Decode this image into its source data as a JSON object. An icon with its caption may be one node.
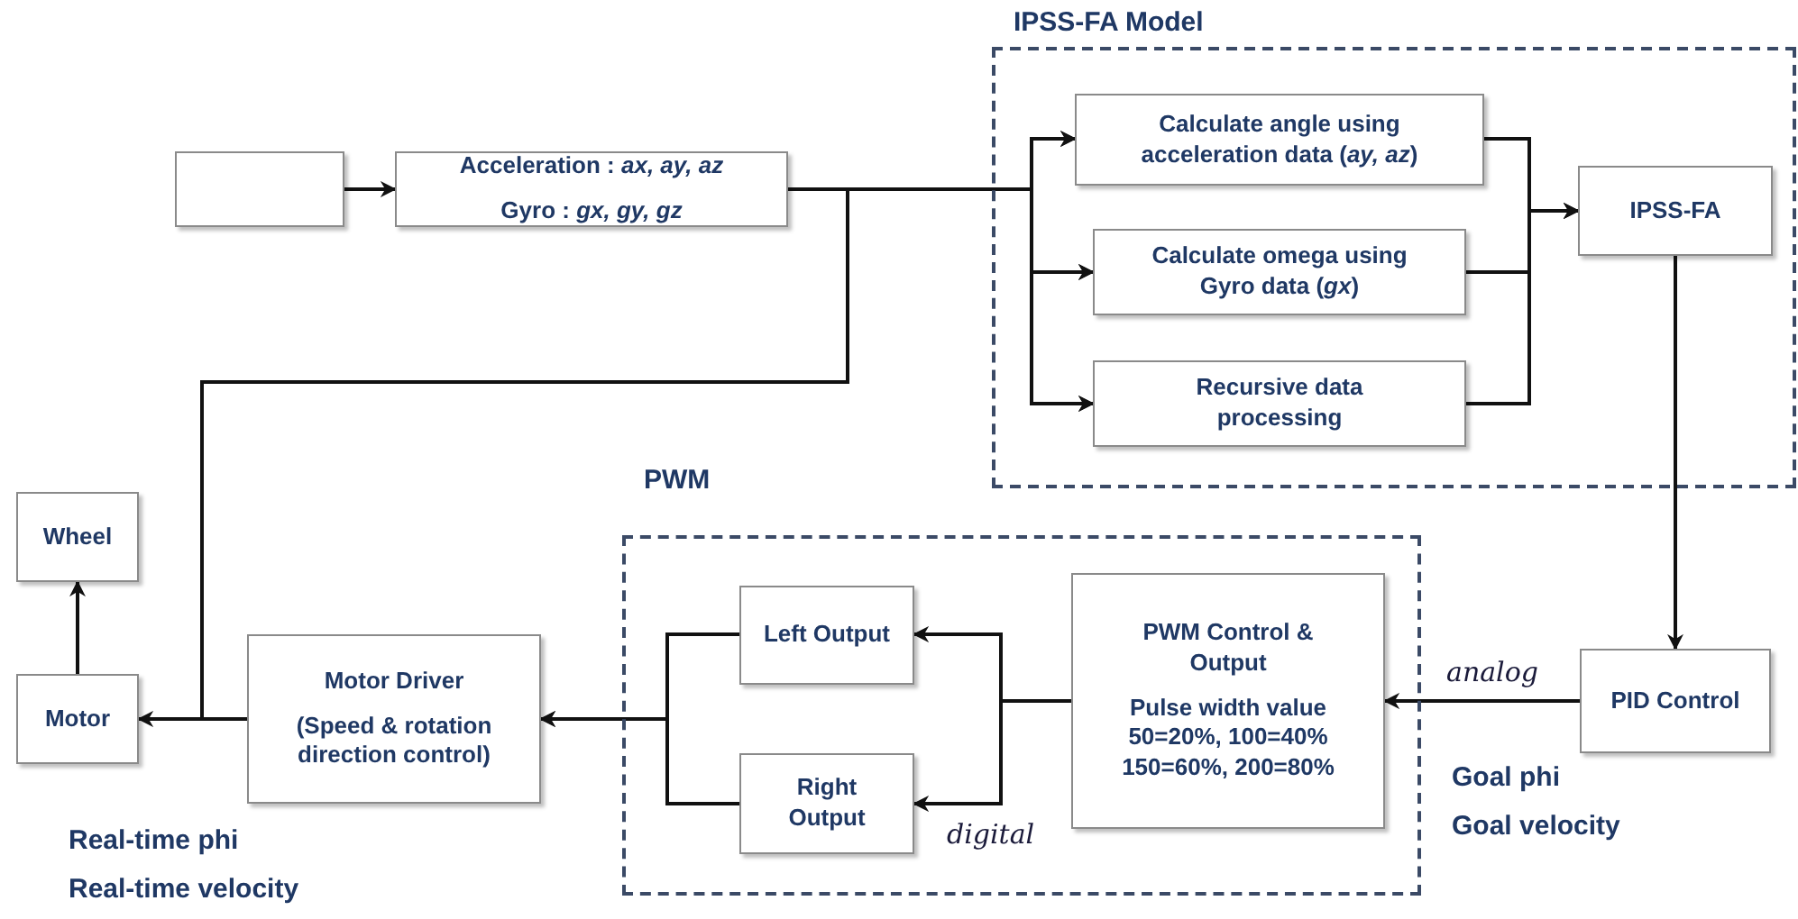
{
  "diagram": {
    "nodes": [
      {
        "text": [],
        "shape": "box"
      },
      {
        "text": [
          "Acceleration : *ax, ay, az*",
          "Gyro : *gx, gy, gz*"
        ]
      },
      {
        "text": [
          "IPSS-FA Model"
        ]
      },
      {
        "text": [
          "Calculate angle using acceleration data (*ay, az*)"
        ],
        "in": 2
      },
      {
        "text": [
          "Calculate omega using Gyro data (*gx*)"
        ],
        "in": 2
      },
      {
        "text": [
          "Recursive data processing"
        ],
        "in": 2
      },
      {
        "text": [
          "IPSS-FA"
        ],
        "in": 2
      },
      {
        "text": [
          "PID Control"
        ],
        "beside": [
          "Goal phi",
          "Goal velocity"
        ]
      },
      {
        "text": [
          "PWM"
        ]
      },
      {
        "text": [
          "PWM Control & Output",
          "Pulse width value 50=20%, 100=40% 150=60%, 200=80%"
        ],
        "in": 8
      },
      {
        "text": [
          "Left Output"
        ],
        "in": 8
      },
      {
        "text": [
          "Right Output"
        ],
        "in": 8
      },
      {
        "text": [
          "Motor Driver",
          "(Speed & rotation direction control)"
        ]
      },
      {
        "text": [
          "Motor"
        ],
        "beside": [
          "Real-time phi",
          "Real-time velocity"
        ]
      },
      {
        "text": [
          "Wheel"
        ]
      }
    ],
    "edges": [
      {
        "from": 0,
        "to": 1,
        "arrow": "to"
      },
      {
        "from": 1,
        "to": 3,
        "arrow": "to"
      },
      {
        "from": 1,
        "to": 4,
        "arrow": "to"
      },
      {
        "from": 1,
        "to": 5,
        "arrow": "to"
      },
      {
        "from": 3,
        "to": 6,
        "arrow": "to"
      },
      {
        "from": 4,
        "to": 6,
        "arrow": "to"
      },
      {
        "from": 5,
        "to": 6,
        "arrow": "to"
      },
      {
        "from": 6,
        "to": 7,
        "arrow": "to"
      },
      {
        "from": 7,
        "to": 9,
        "arrow": "to",
        "label": "analog"
      },
      {
        "from": 9,
        "to": 10,
        "arrow": "to"
      },
      {
        "from": 9,
        "to": 11,
        "arrow": "to",
        "label": "digital"
      },
      {
        "from": 10,
        "to": 12,
        "arrow": "to"
      },
      {
        "from": 11,
        "to": 12,
        "arrow": "to"
      },
      {
        "from": 12,
        "to": 13,
        "arrow": "to"
      },
      {
        "from": 13,
        "to": 14,
        "arrow": "to"
      },
      {
        "from": 12,
        "to": 3,
        "arrow": "to"
      },
      {
        "from": 12,
        "to": 4,
        "arrow": "to"
      },
      {
        "from": 12,
        "to": 5,
        "arrow": "to"
      }
    ]
  }
}
